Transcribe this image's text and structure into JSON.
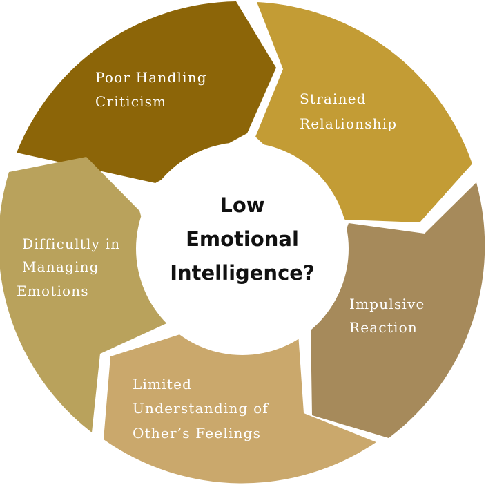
{
  "center": {
    "line1": "Low",
    "line2": "Emotional",
    "line3": "Intelligence?"
  },
  "segments": [
    {
      "lines": [
        "Poor Handling",
        "Criticism"
      ],
      "color": "#8c6508"
    },
    {
      "lines": [
        "Strained",
        "Relationship"
      ],
      "color": "#c39c35"
    },
    {
      "lines": [
        "Impulsive",
        "Reaction"
      ],
      "color": "#a68a5b"
    },
    {
      "lines": [
        "Limited",
        "Understanding of",
        "Other’s Feelings"
      ],
      "color": "#caa86c"
    },
    {
      "lines": [
        "Difficultly in",
        "Managing",
        "Emotions"
      ],
      "color": "#b9a25c"
    }
  ]
}
